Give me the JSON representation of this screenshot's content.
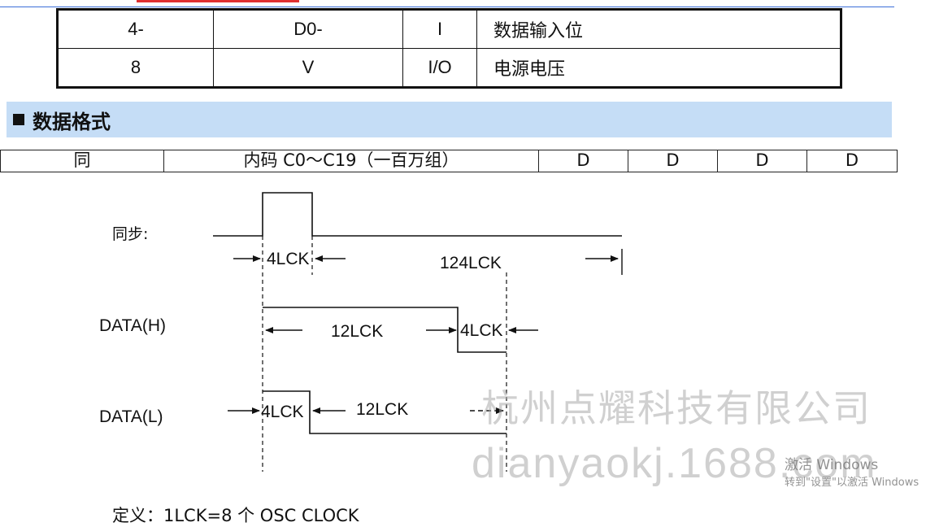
{
  "pin_table": {
    "rows": [
      {
        "pin": "4-",
        "name": "D0-",
        "io": "I",
        "desc": "数据输入位"
      },
      {
        "pin": "8",
        "name": "V",
        "io": "I/O",
        "desc": "电源电压"
      }
    ]
  },
  "section": {
    "title": "数据格式"
  },
  "format_table": {
    "cells": [
      "同",
      "内码 C0～C19（一百万组）",
      "D",
      "D",
      "D",
      "D"
    ]
  },
  "timing": {
    "sync_label": "同步:",
    "data_h_label": "DATA(H)",
    "data_l_label": "DATA(L)",
    "sync_high": "4LCK",
    "sync_period": "124LCK",
    "h_high": "12LCK",
    "h_low": "4LCK",
    "l_high": "4LCK",
    "l_low": "12LCK"
  },
  "watermark": {
    "company": "杭州点耀科技有限公司",
    "site": "dianyaokj.1688.com"
  },
  "activation": {
    "line1": "激活 Windows",
    "line2": "转到\"设置\"以激活 Windows"
  },
  "footnote": "定义：1LCK=8 个 OSC CLOCK"
}
